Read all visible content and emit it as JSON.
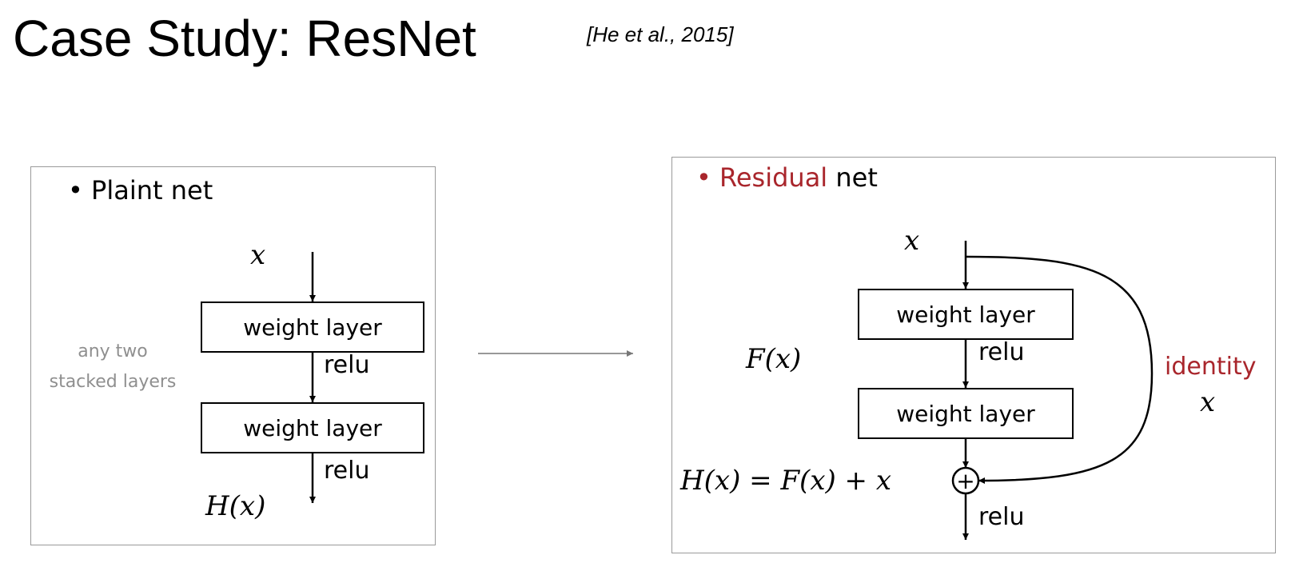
{
  "title": "Case Study: ResNet",
  "citation": "[He et al., 2015]",
  "colors": {
    "accent": "#a9262c",
    "note_gray": "#8f8f8f",
    "panel_border": "#9a9a9a"
  },
  "plain_net": {
    "bullet": "•",
    "title": "Plaint net",
    "input_label": "x",
    "layer1": "weight layer",
    "layer2": "weight layer",
    "relu1": "relu",
    "relu2": "relu",
    "output_label": "H(x)",
    "note_line1": "any two",
    "note_line2": "stacked layers"
  },
  "residual_net": {
    "bullet": "•",
    "title_highlight": "Residual",
    "title_rest": " net",
    "input_label": "x",
    "layer1": "weight layer",
    "layer2": "weight layer",
    "relu1": "relu",
    "relu2": "relu",
    "function_label": "F(x)",
    "identity_label": "identity",
    "identity_var": "x",
    "equation": "H(x) = F(x) + x",
    "plus_symbol": "+"
  }
}
